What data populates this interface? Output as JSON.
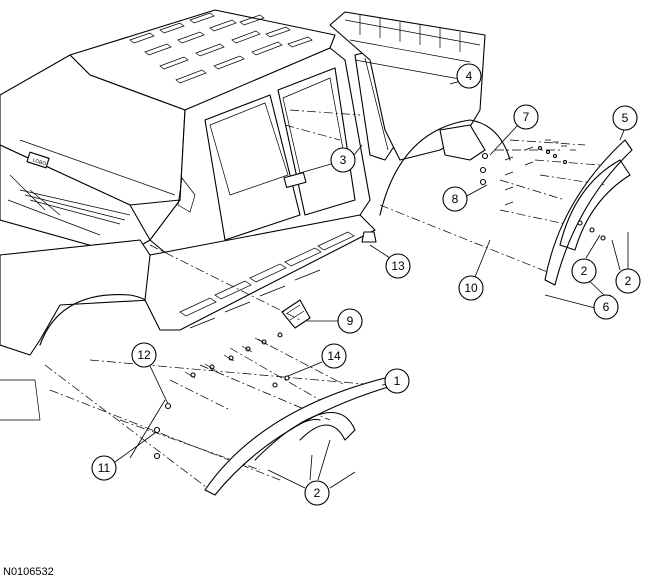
{
  "figure_id": "N0106532",
  "callouts": [
    {
      "id": "c1",
      "label": "1"
    },
    {
      "id": "c2a",
      "label": "2"
    },
    {
      "id": "c2b",
      "label": "2"
    },
    {
      "id": "c2c",
      "label": "2"
    },
    {
      "id": "c3",
      "label": "3"
    },
    {
      "id": "c4",
      "label": "4"
    },
    {
      "id": "c5",
      "label": "5"
    },
    {
      "id": "c6",
      "label": "6"
    },
    {
      "id": "c7",
      "label": "7"
    },
    {
      "id": "c8",
      "label": "8"
    },
    {
      "id": "c9",
      "label": "9"
    },
    {
      "id": "c10",
      "label": "10"
    },
    {
      "id": "c11",
      "label": "11"
    },
    {
      "id": "c12",
      "label": "12"
    },
    {
      "id": "c13",
      "label": "13"
    },
    {
      "id": "c14",
      "label": "14"
    }
  ]
}
